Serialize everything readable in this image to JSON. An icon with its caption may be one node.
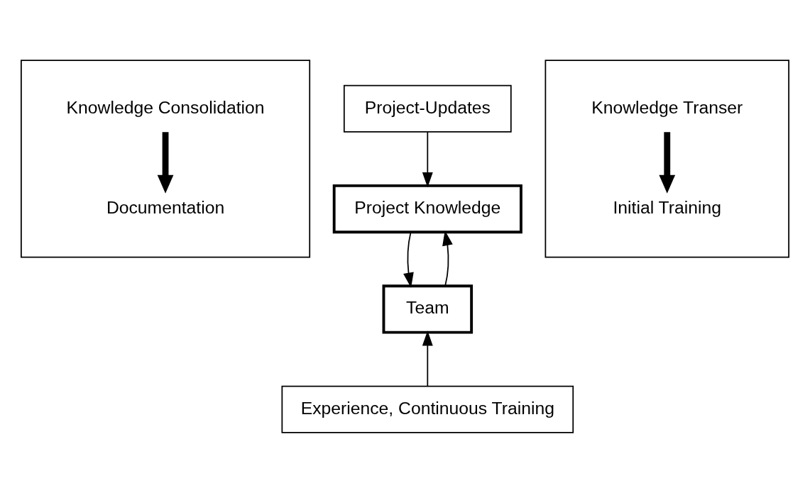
{
  "diagram": {
    "nodes": [
      {
        "text": [
          "Project-Updates"
        ]
      },
      {
        "text": [
          "Project Knowledge"
        ]
      },
      {
        "text": [],
        "shape": "box"
      },
      {
        "text": [
          "Knowledge Consolidation"
        ],
        "in": 2
      },
      {
        "text": [
          "Documentation"
        ],
        "in": 2
      },
      {
        "text": [],
        "shape": "box"
      },
      {
        "text": [
          "Knowledge Transer"
        ],
        "in": 5
      },
      {
        "text": [
          "Initial Training"
        ],
        "in": 5
      },
      {
        "text": [
          "Team"
        ]
      },
      {
        "text": [
          "Experience, Continuous Training"
        ]
      }
    ],
    "edges": [
      {
        "from": 0,
        "to": 1,
        "arrow": "to"
      },
      {
        "from": 8,
        "to": 1,
        "arrow": "to"
      },
      {
        "from": 1,
        "to": 8,
        "arrow": "to"
      },
      {
        "from": 9,
        "to": 8,
        "arrow": "to"
      },
      {
        "from": 3,
        "to": 4,
        "arrow": "to",
        "style": "thick"
      },
      {
        "from": 6,
        "to": 7,
        "arrow": "to",
        "style": "thick"
      }
    ]
  }
}
